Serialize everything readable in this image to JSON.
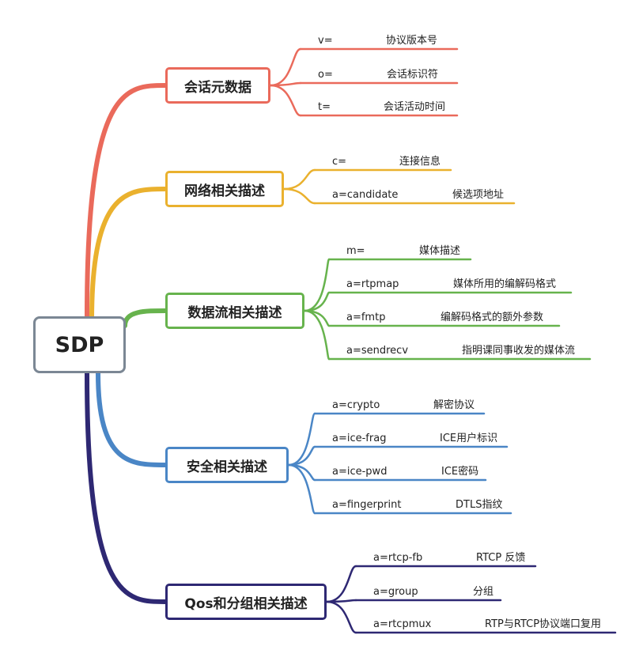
{
  "root": {
    "label": "SDP"
  },
  "branches": [
    {
      "label": "会话元数据",
      "color": "#ea6a5b",
      "items": [
        {
          "key": "v=",
          "desc": "协议版本号"
        },
        {
          "key": "o=",
          "desc": "会话标识符"
        },
        {
          "key": "t=",
          "desc": "会话活动时间"
        }
      ]
    },
    {
      "label": "网络相关描述",
      "color": "#eab12e",
      "items": [
        {
          "key": "c=",
          "desc": "连接信息"
        },
        {
          "key": "a=candidate",
          "desc": "候选项地址"
        }
      ]
    },
    {
      "label": "数据流相关描述",
      "color": "#67b34d",
      "items": [
        {
          "key": "m=",
          "desc": "媒体描述"
        },
        {
          "key": "a=rtpmap",
          "desc": "媒体所用的编解码格式"
        },
        {
          "key": "a=fmtp",
          "desc": "编解码格式的额外参数"
        },
        {
          "key": "a=sendrecv",
          "desc": "指明课同事收发的媒体流"
        }
      ]
    },
    {
      "label": "安全相关描述",
      "color": "#4a86c6",
      "items": [
        {
          "key": "a=crypto",
          "desc": "解密协议"
        },
        {
          "key": "a=ice-frag",
          "desc": "ICE用户标识"
        },
        {
          "key": "a=ice-pwd",
          "desc": "ICE密码"
        },
        {
          "key": "a=fingerprint",
          "desc": "DTLS指纹"
        }
      ]
    },
    {
      "label": "Qos和分组相关描述",
      "color": "#2e2873",
      "items": [
        {
          "key": "a=rtcp-fb",
          "desc": "RTCP 反馈"
        },
        {
          "key": "a=group",
          "desc": "分组"
        },
        {
          "key": "a=rtcpmux",
          "desc": "RTP与RTCP协议端口复用"
        }
      ]
    }
  ]
}
